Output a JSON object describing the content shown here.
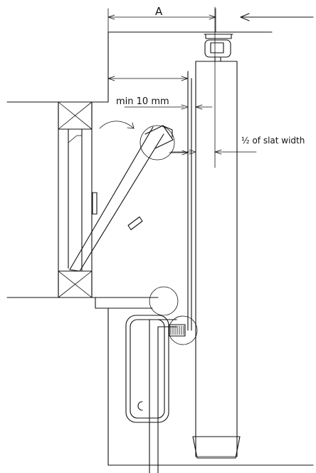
{
  "labels": {
    "dim_a": "A",
    "min_gap": "min 10 mm",
    "slat_width": "½ of slat width"
  },
  "colors": {
    "stroke": "#111111",
    "background": "#ffffff"
  }
}
